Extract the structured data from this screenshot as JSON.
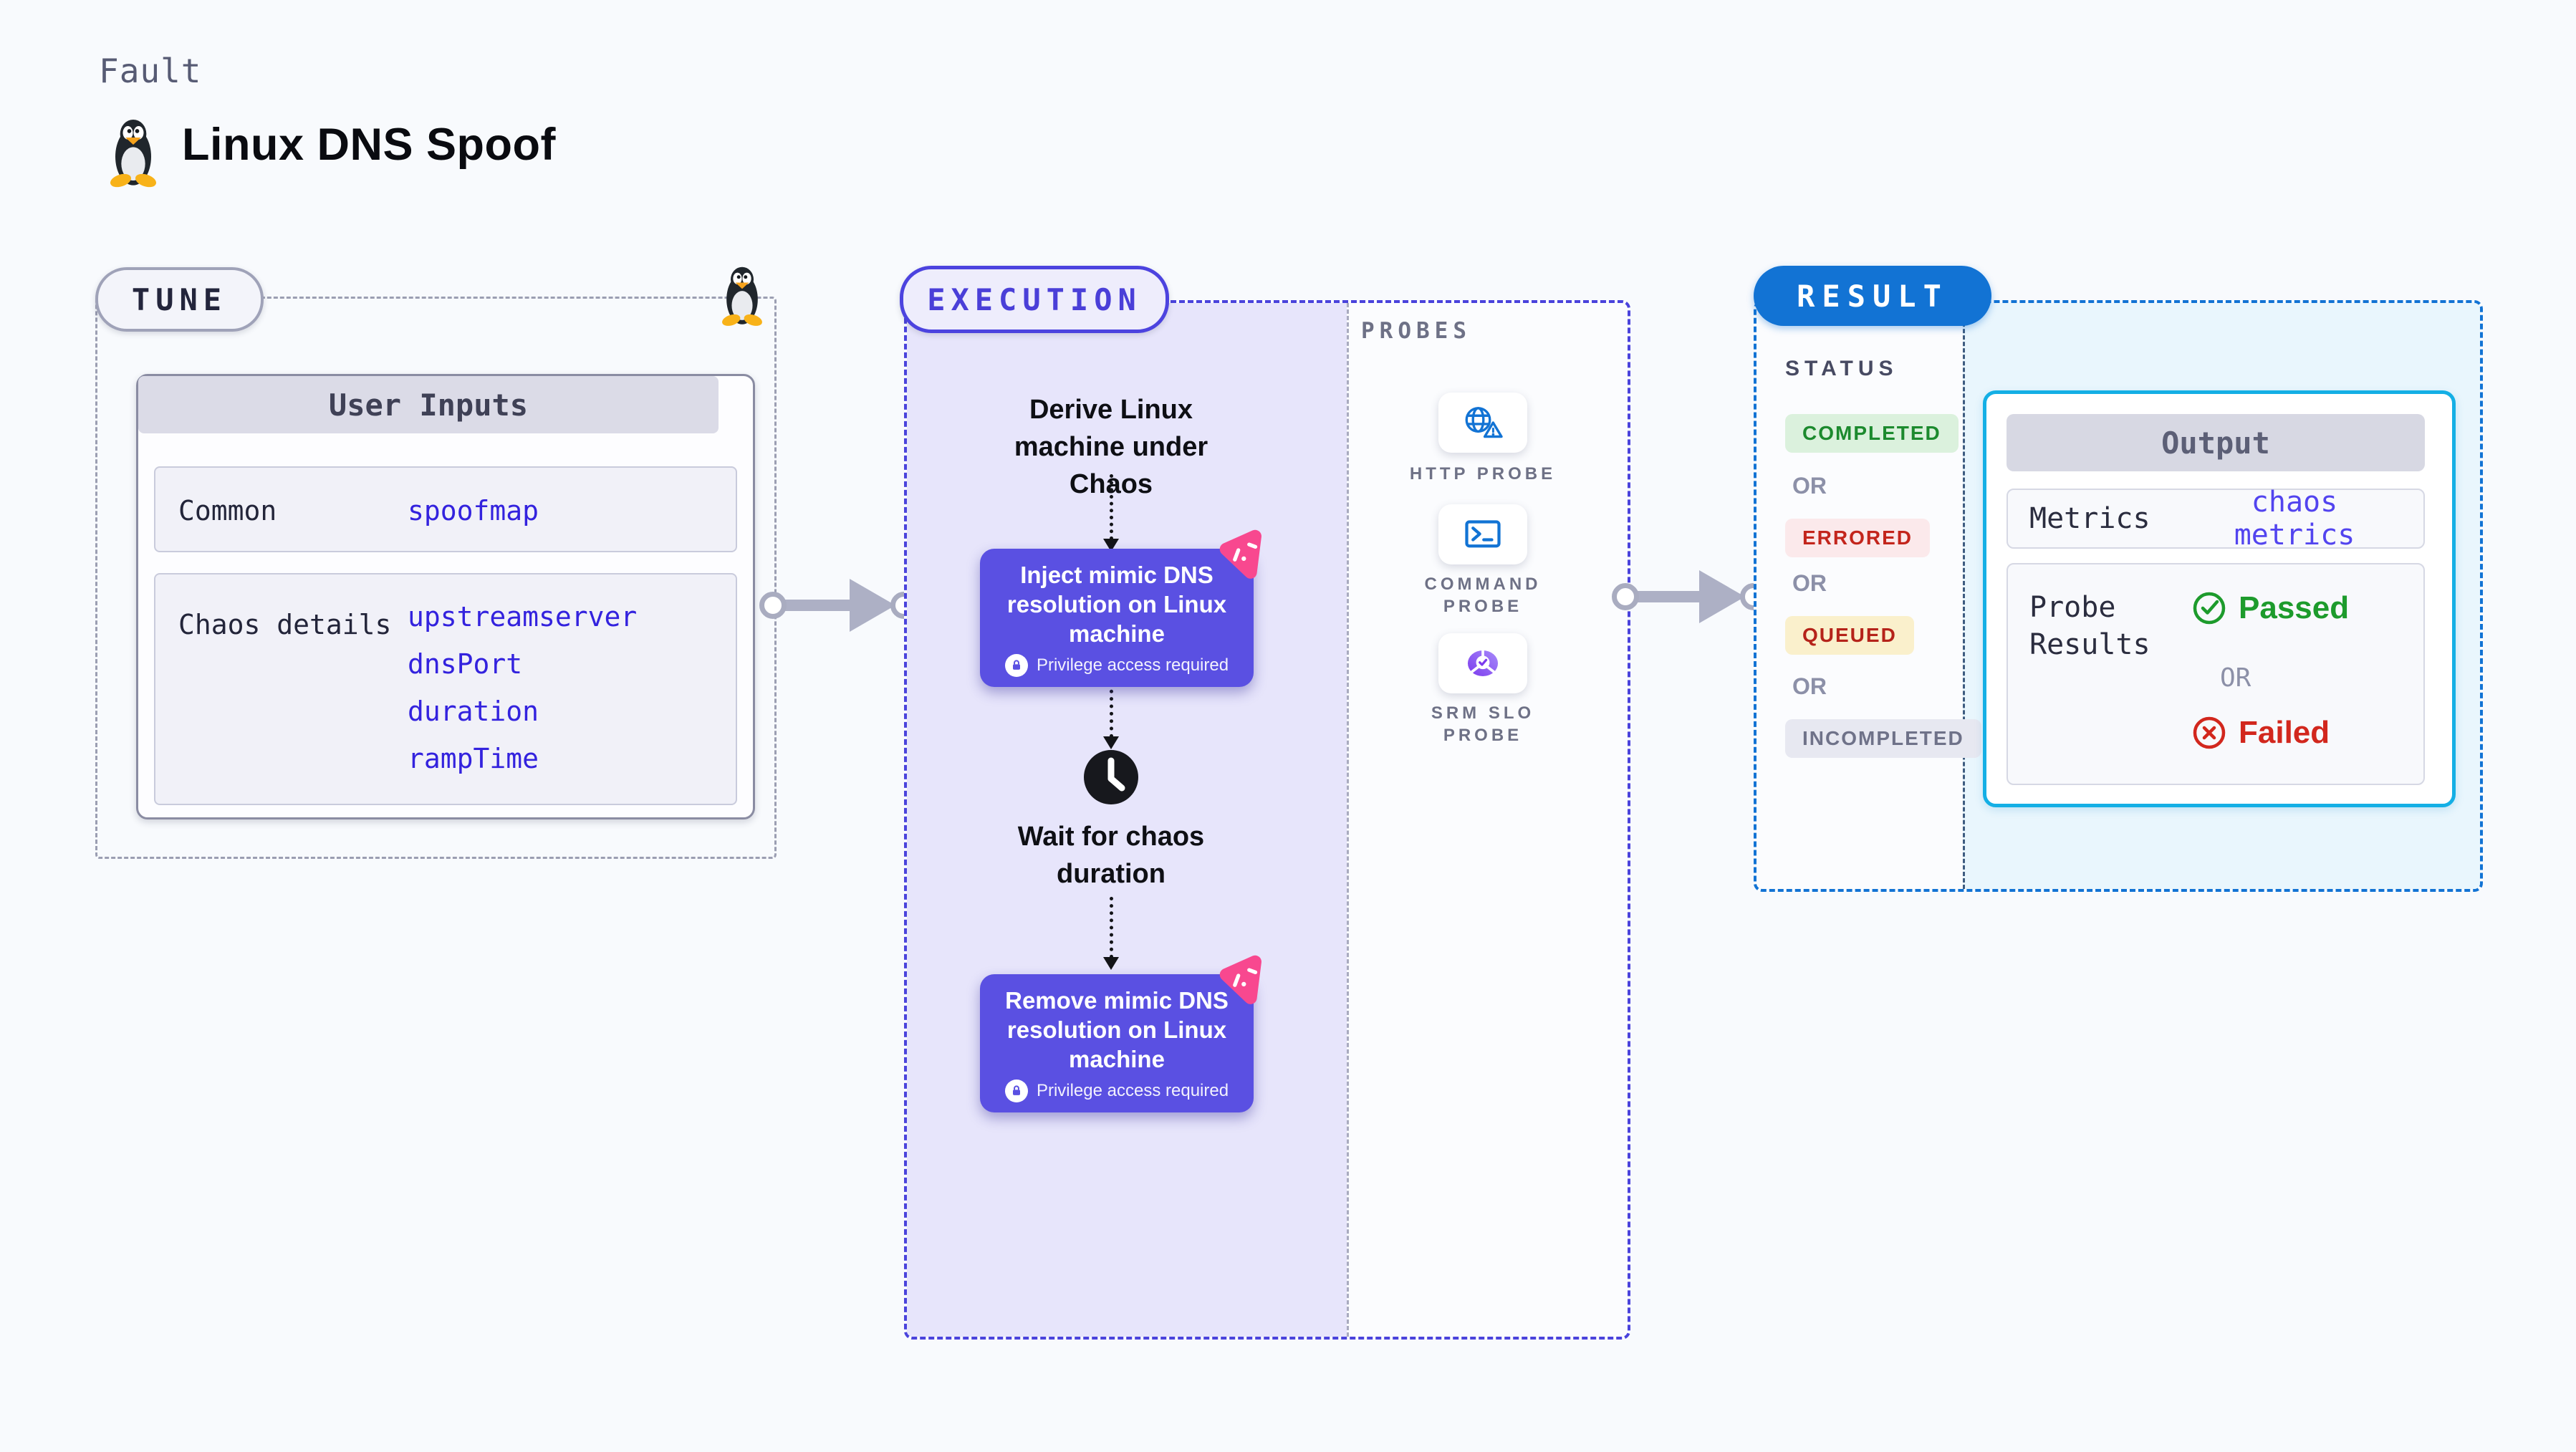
{
  "header": {
    "kicker": "Fault",
    "title": "Linux DNS Spoof"
  },
  "tune": {
    "label": "TUNE",
    "table": {
      "header": "User Inputs",
      "rows": [
        {
          "label": "Common",
          "values": [
            "spoofmap"
          ]
        },
        {
          "label": "Chaos details",
          "values": [
            "upstreamserver",
            "dnsPort",
            "duration",
            "rampTime"
          ]
        }
      ]
    }
  },
  "execution": {
    "label": "EXECUTION",
    "steps": {
      "derive": "Derive Linux machine under Chaos",
      "inject": "Inject mimic DNS resolution on Linux machine",
      "privilege": "Privilege access required",
      "wait": "Wait for chaos duration",
      "remove": "Remove mimic DNS resolution on Linux machine"
    }
  },
  "probes": {
    "label": "PROBES",
    "items": [
      {
        "name": "HTTP PROBE",
        "icon": "globe-warning-icon"
      },
      {
        "name": "COMMAND PROBE",
        "icon": "terminal-icon"
      },
      {
        "name": "SRM SLO PROBE",
        "icon": "slo-donut-icon"
      }
    ]
  },
  "result": {
    "label": "RESULT",
    "status": {
      "label": "STATUS",
      "separator": "OR",
      "badges": [
        {
          "label": "COMPLETED",
          "type": "completed"
        },
        {
          "label": "ERRORED",
          "type": "errored"
        },
        {
          "label": "QUEUED",
          "type": "queued"
        },
        {
          "label": "INCOMPLETED",
          "type": "incompleted"
        }
      ]
    },
    "output": {
      "header": "Output",
      "metrics_label": "Metrics",
      "metrics_value": "chaos metrics",
      "probe_label": "Probe Results",
      "passed": "Passed",
      "or": "OR",
      "failed": "Failed"
    }
  },
  "colors": {
    "page_bg": "#F8FAFD",
    "node_purple": "#5A50E2",
    "execution_indigo": "#4A43DC",
    "execution_fill": "#E7E5FB",
    "result_blue": "#1273D4",
    "output_cyan": "#14AFE5",
    "output_fill": "#E9F6FD",
    "litmus_pink": "#F8488F",
    "value_blue": "#3322DE",
    "passed_green": "#1D9B2C",
    "failed_red": "#D2271D",
    "queued_bg": "#FAF0CC",
    "completed_bg": "#DBF1DD",
    "errored_bg": "#FBE9EB",
    "arrow_gray": "#ADB0C5"
  }
}
